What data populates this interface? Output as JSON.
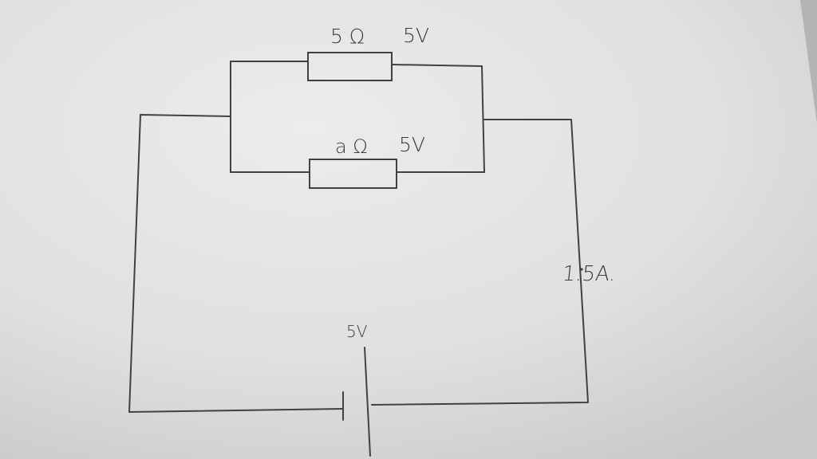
{
  "diagram": {
    "resistor_top": {
      "resistance": "5 Ω",
      "voltage": "5V"
    },
    "resistor_bottom": {
      "resistance": "a Ω",
      "voltage": "5V"
    },
    "battery": {
      "voltage": "5V"
    },
    "current_label": "1.5A."
  },
  "colors": {
    "paper": "#e3e5e3",
    "ink": "#3f4144"
  }
}
